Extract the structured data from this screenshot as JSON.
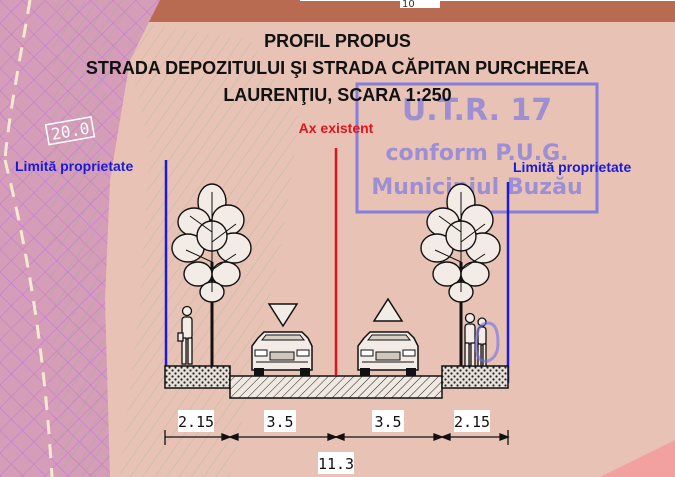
{
  "map_label": "20.0",
  "top_label": "10",
  "title": {
    "line1": "PROFIL PROPUS",
    "line2": "STRADA DEPOZITULUI ŞI STRADA CĂPITAN PURCHEREA",
    "line3": "LAURENŢIU, SCARA 1:250"
  },
  "axis_label": "Ax existent",
  "property_left": "Limită proprietate",
  "property_right": "Limită proprietate",
  "stamp": {
    "line1": "U.T.R. 17",
    "line2": "conform P.U.G.",
    "line3": "Municipiul Buzău"
  },
  "dimensions": {
    "sidewalk_left": "2.15",
    "lane_left": "3.5",
    "lane_right": "3.5",
    "sidewalk_right": "2.15",
    "total": "11.3"
  },
  "colors": {
    "background": "#e7c2b5",
    "property_line": "#1b1bd6",
    "axis": "#e0141e",
    "stamp": "#6e6ee6"
  }
}
